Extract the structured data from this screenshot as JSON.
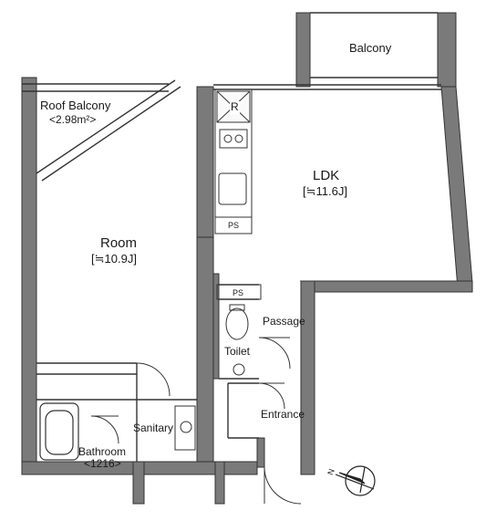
{
  "floorplan": {
    "rooms": {
      "balcony": {
        "name": "Balcony"
      },
      "roof_balcony": {
        "name": "Roof Balcony",
        "area": "<2.98m²>"
      },
      "ldk": {
        "name": "LDK",
        "size": "[≒11.6J]"
      },
      "room": {
        "name": "Room",
        "size": "[≒10.9J]"
      },
      "passage": {
        "name": "Passage"
      },
      "toilet": {
        "name": "Toilet"
      },
      "entrance": {
        "name": "Entrance"
      },
      "sanitary": {
        "name": "Sanitary"
      },
      "bathroom": {
        "name": "Bathroom",
        "size": "<1216>"
      }
    },
    "fixtures": {
      "fridge": "R",
      "pipe_space_kitchen": "PS",
      "pipe_space_toilet": "PS"
    },
    "compass": {
      "label": "N"
    }
  }
}
